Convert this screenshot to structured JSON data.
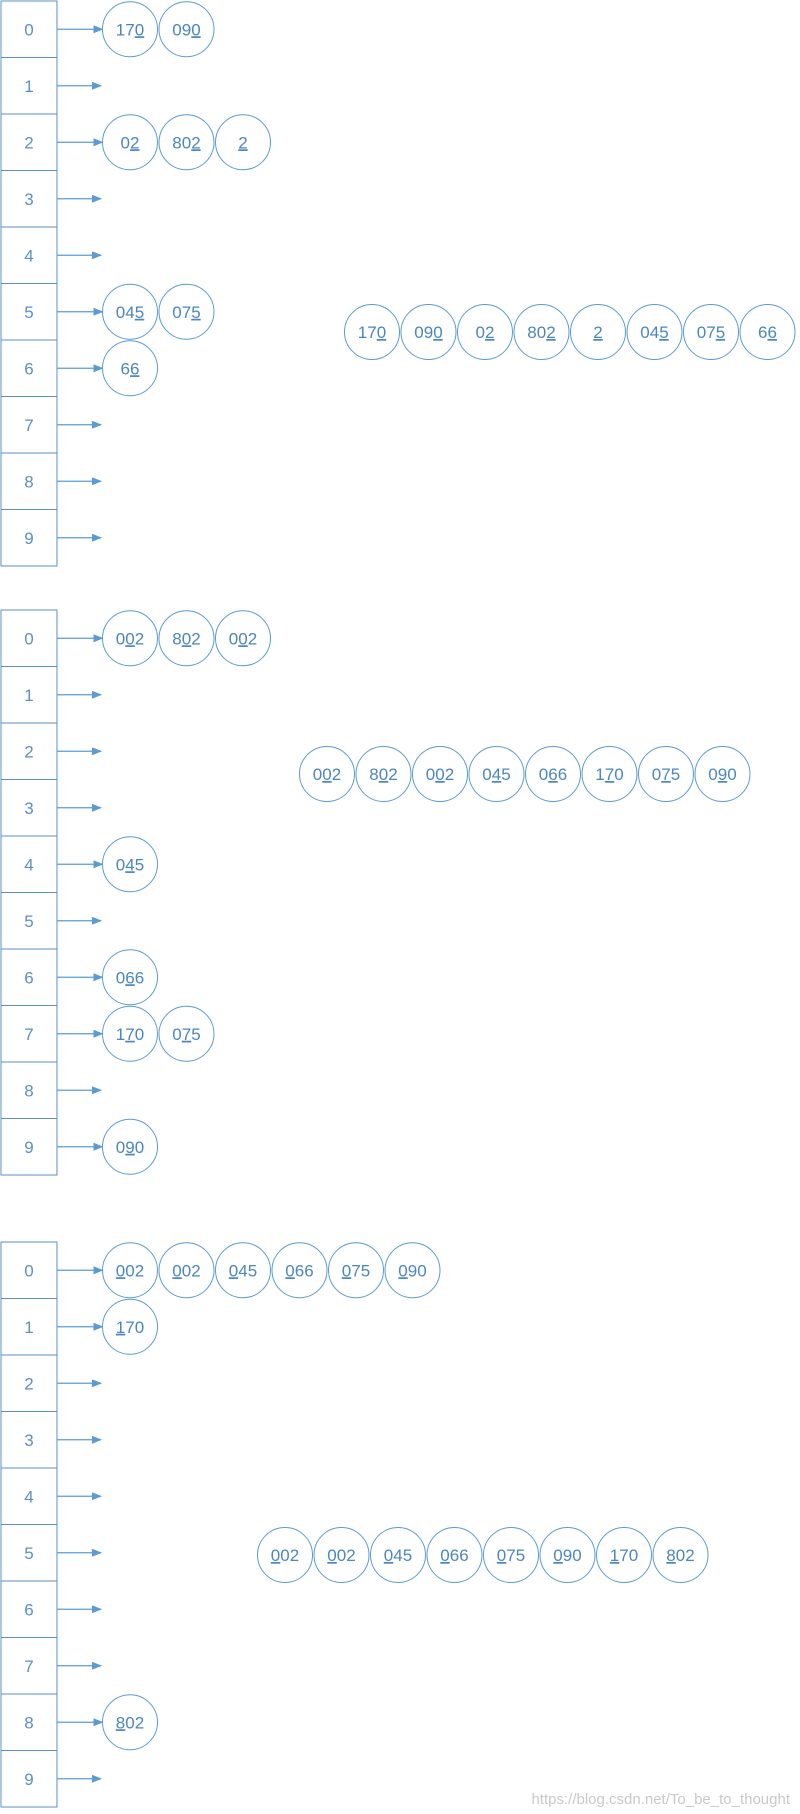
{
  "colors": {
    "line": "#5b9bd5",
    "text": "#4a86c0",
    "border": "#5b8fc7"
  },
  "passes": [
    {
      "buckets": [
        {
          "label": "0",
          "items": [
            {
              "pre": "17",
              "u": "0",
              "post": ""
            },
            {
              "pre": "09",
              "u": "0",
              "post": ""
            }
          ]
        },
        {
          "label": "1",
          "items": []
        },
        {
          "label": "2",
          "items": [
            {
              "pre": "0",
              "u": "2",
              "post": ""
            },
            {
              "pre": "80",
              "u": "2",
              "post": ""
            },
            {
              "pre": "",
              "u": "2",
              "post": ""
            }
          ]
        },
        {
          "label": "3",
          "items": []
        },
        {
          "label": "4",
          "items": []
        },
        {
          "label": "5",
          "items": [
            {
              "pre": "04",
              "u": "5",
              "post": ""
            },
            {
              "pre": "07",
              "u": "5",
              "post": ""
            }
          ]
        },
        {
          "label": "6",
          "items": [
            {
              "pre": "6",
              "u": "6",
              "post": ""
            }
          ]
        },
        {
          "label": "7",
          "items": []
        },
        {
          "label": "8",
          "items": []
        },
        {
          "label": "9",
          "items": []
        }
      ],
      "sequence": [
        {
          "pre": "17",
          "u": "0",
          "post": ""
        },
        {
          "pre": "09",
          "u": "0",
          "post": ""
        },
        {
          "pre": "0",
          "u": "2",
          "post": ""
        },
        {
          "pre": "80",
          "u": "2",
          "post": ""
        },
        {
          "pre": "",
          "u": "2",
          "post": ""
        },
        {
          "pre": "04",
          "u": "5",
          "post": ""
        },
        {
          "pre": "07",
          "u": "5",
          "post": ""
        },
        {
          "pre": "6",
          "u": "6",
          "post": ""
        }
      ]
    },
    {
      "buckets": [
        {
          "label": "0",
          "items": [
            {
              "pre": "0",
              "u": "0",
              "post": "2"
            },
            {
              "pre": "8",
              "u": "0",
              "post": "2"
            },
            {
              "pre": "0",
              "u": "0",
              "post": "2"
            }
          ]
        },
        {
          "label": "1",
          "items": []
        },
        {
          "label": "2",
          "items": []
        },
        {
          "label": "3",
          "items": []
        },
        {
          "label": "4",
          "items": [
            {
              "pre": "0",
              "u": "4",
              "post": "5"
            }
          ]
        },
        {
          "label": "5",
          "items": []
        },
        {
          "label": "6",
          "items": [
            {
              "pre": "0",
              "u": "6",
              "post": "6"
            }
          ]
        },
        {
          "label": "7",
          "items": [
            {
              "pre": "1",
              "u": "7",
              "post": "0"
            },
            {
              "pre": "0",
              "u": "7",
              "post": "5"
            }
          ]
        },
        {
          "label": "8",
          "items": []
        },
        {
          "label": "9",
          "items": [
            {
              "pre": "0",
              "u": "9",
              "post": "0"
            }
          ]
        }
      ],
      "sequence": [
        {
          "pre": "0",
          "u": "0",
          "post": "2"
        },
        {
          "pre": "8",
          "u": "0",
          "post": "2"
        },
        {
          "pre": "0",
          "u": "0",
          "post": "2"
        },
        {
          "pre": "0",
          "u": "4",
          "post": "5"
        },
        {
          "pre": "0",
          "u": "6",
          "post": "6"
        },
        {
          "pre": "1",
          "u": "7",
          "post": "0"
        },
        {
          "pre": "0",
          "u": "7",
          "post": "5"
        },
        {
          "pre": "0",
          "u": "9",
          "post": "0"
        }
      ]
    },
    {
      "buckets": [
        {
          "label": "0",
          "items": [
            {
              "pre": "",
              "u": "0",
              "post": "02"
            },
            {
              "pre": "",
              "u": "0",
              "post": "02"
            },
            {
              "pre": "",
              "u": "0",
              "post": "45"
            },
            {
              "pre": "",
              "u": "0",
              "post": "66"
            },
            {
              "pre": "",
              "u": "0",
              "post": "75"
            },
            {
              "pre": "",
              "u": "0",
              "post": "90"
            }
          ]
        },
        {
          "label": "1",
          "items": [
            {
              "pre": "",
              "u": "1",
              "post": "70"
            }
          ]
        },
        {
          "label": "2",
          "items": []
        },
        {
          "label": "3",
          "items": []
        },
        {
          "label": "4",
          "items": []
        },
        {
          "label": "5",
          "items": []
        },
        {
          "label": "6",
          "items": []
        },
        {
          "label": "7",
          "items": []
        },
        {
          "label": "8",
          "items": [
            {
              "pre": "",
              "u": "8",
              "post": "02"
            }
          ]
        },
        {
          "label": "9",
          "items": []
        }
      ],
      "sequence": [
        {
          "pre": "",
          "u": "0",
          "post": "02"
        },
        {
          "pre": "",
          "u": "0",
          "post": "02"
        },
        {
          "pre": "",
          "u": "0",
          "post": "45"
        },
        {
          "pre": "",
          "u": "0",
          "post": "66"
        },
        {
          "pre": "",
          "u": "0",
          "post": "75"
        },
        {
          "pre": "",
          "u": "0",
          "post": "90"
        },
        {
          "pre": "",
          "u": "1",
          "post": "70"
        },
        {
          "pre": "",
          "u": "8",
          "post": "02"
        }
      ]
    }
  ],
  "watermark": "https://blog.csdn.net/To_be_to_thought"
}
